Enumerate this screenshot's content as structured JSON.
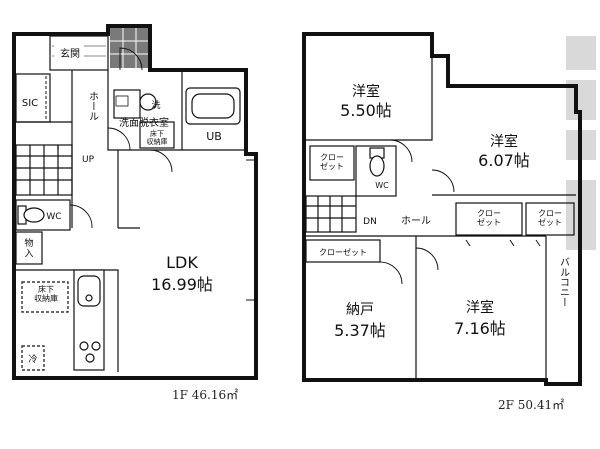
{
  "floor1": {
    "genkan": "玄関",
    "sic": "SIC",
    "hall": "ホール",
    "up": "UP",
    "washroom": "洗面脱衣室",
    "sentaku": "洗",
    "yuka_shuno": "床下\n収納庫",
    "ub": "UB",
    "wc": "WC",
    "monoire": "物入",
    "ldk_name": "LDK",
    "ldk_size": "16.99帖",
    "kitchen_shuno": "床下\n収納庫",
    "rei": "冷",
    "caption": "1F 46.16㎡"
  },
  "floor2": {
    "room1_name": "洋室",
    "room1_size": "5.50帖",
    "room2_name": "洋室",
    "room2_size": "6.07帖",
    "closet_a": "クロー\nゼット",
    "wc": "WC",
    "dn": "DN",
    "hall": "ホール",
    "closet_b": "クロー\nゼット",
    "closet_c": "クロー\nゼット",
    "closet_d": "クローゼット",
    "nando_name": "納戸",
    "nando_size": "5.37帖",
    "room3_name": "洋室",
    "room3_size": "7.16帖",
    "balcony": "バルコニー",
    "caption": "2F 50.41㎡"
  },
  "colors": {
    "wall": "#111111",
    "tile": "#6b6b6b",
    "watermark": "#d9d9d9"
  }
}
